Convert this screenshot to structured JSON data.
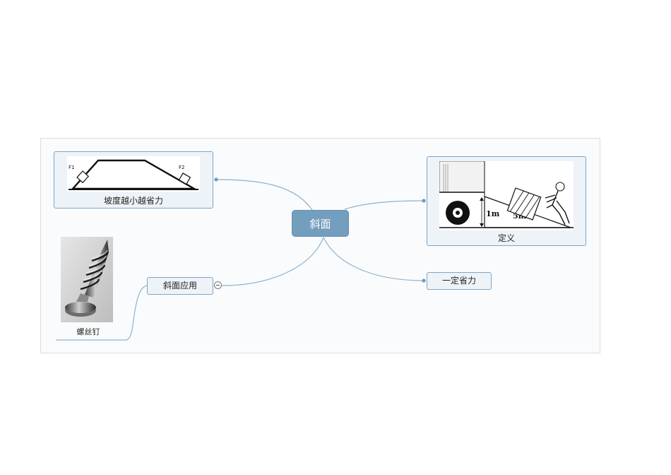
{
  "central_topic": {
    "label": "斜面"
  },
  "topics": {
    "slope": {
      "label": "坡度越小越省力",
      "diagram_labels": {
        "left": "F1",
        "right": "F2"
      }
    },
    "definition": {
      "label": "定义",
      "diagram_labels": {
        "height": "1m",
        "length": "5m"
      }
    },
    "saves_force": {
      "label": "一定省力"
    },
    "application": {
      "label": "斜面应用",
      "children": [
        {
          "label": "螺丝钉"
        }
      ]
    }
  },
  "colors": {
    "central_fill": "#739ebd",
    "topic_border": "#7ea6c8",
    "topic_fill": "#eef3f8",
    "connector": "#8fb2cc"
  }
}
